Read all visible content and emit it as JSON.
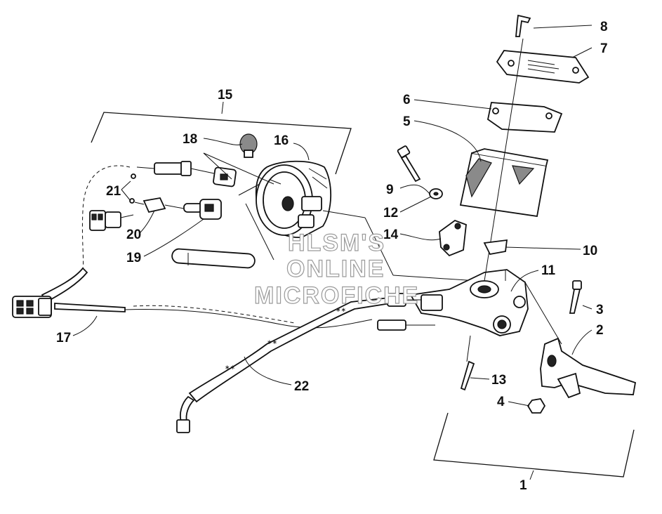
{
  "diagram": {
    "watermark": [
      "HLSM'S",
      "ONLINE",
      "MICROFICHE"
    ],
    "callouts": [
      {
        "id": "1",
        "label": "1"
      },
      {
        "id": "2",
        "label": "2"
      },
      {
        "id": "3",
        "label": "3"
      },
      {
        "id": "4",
        "label": "4"
      },
      {
        "id": "5",
        "label": "5"
      },
      {
        "id": "6",
        "label": "6"
      },
      {
        "id": "7",
        "label": "7"
      },
      {
        "id": "8",
        "label": "8"
      },
      {
        "id": "9",
        "label": "9"
      },
      {
        "id": "10",
        "label": "10"
      },
      {
        "id": "11",
        "label": "11"
      },
      {
        "id": "12",
        "label": "12"
      },
      {
        "id": "13",
        "label": "13"
      },
      {
        "id": "14",
        "label": "14"
      },
      {
        "id": "15",
        "label": "15"
      },
      {
        "id": "16",
        "label": "16"
      },
      {
        "id": "17",
        "label": "17"
      },
      {
        "id": "18",
        "label": "18"
      },
      {
        "id": "19",
        "label": "19"
      },
      {
        "id": "20",
        "label": "20"
      },
      {
        "id": "21",
        "label": "21"
      },
      {
        "id": "22",
        "label": "22"
      }
    ],
    "colors": {
      "line": "#111111",
      "background": "#ffffff",
      "watermark_outline": "#9a9a9a"
    }
  }
}
